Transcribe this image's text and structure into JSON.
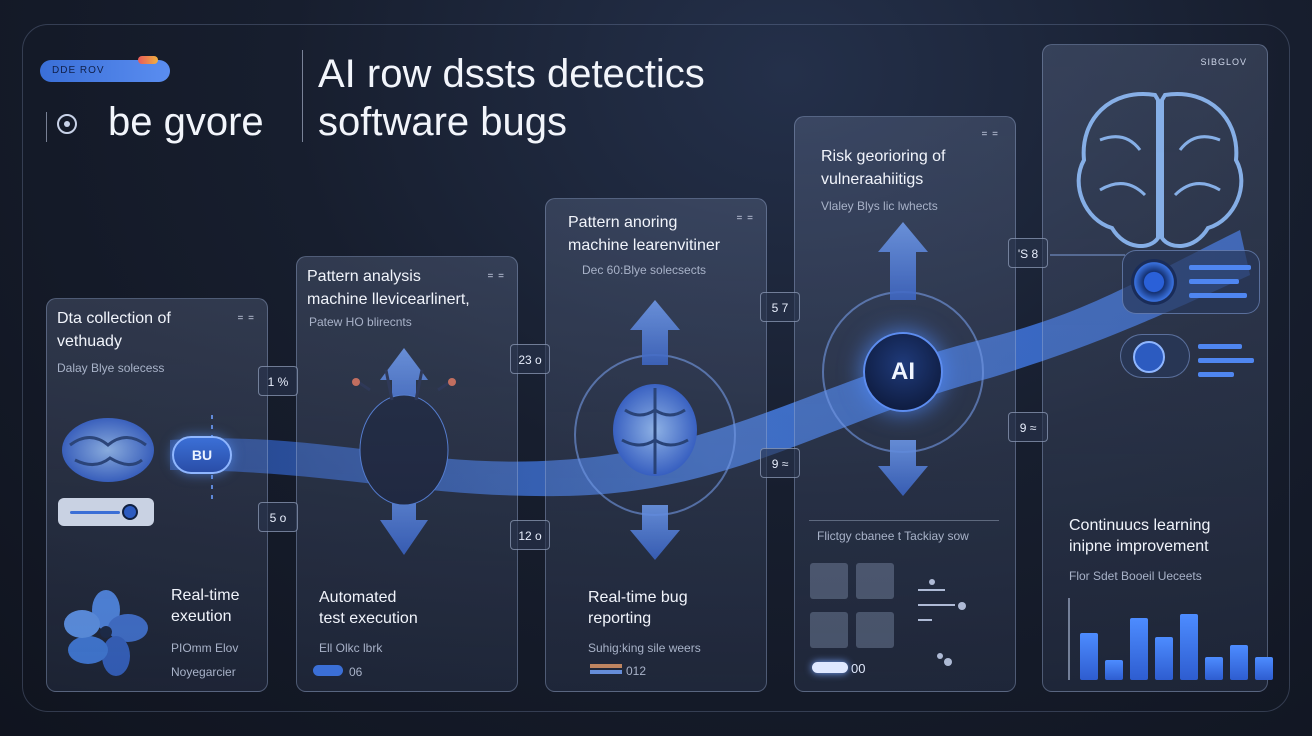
{
  "header": {
    "pill_label": "DDE  ROV",
    "brand_text": "be gvore",
    "title_line1": "AI row dssts detectics",
    "title_line2": "software bugs"
  },
  "cards": [
    {
      "title": "Dta collection of",
      "title2": "vethuady",
      "menu": "=  =",
      "sub": "Dalay Blye solecess",
      "bottom_title": "Real-time",
      "bottom_title2": "exeution",
      "bottom_sub": "PIOmm Elov",
      "bottom_sub2": "Noyegarcier"
    },
    {
      "title": "Pattern analysis",
      "title2": "machine llevicearlinert,",
      "menu": "=  =",
      "sub": "Patew HO blirecnts",
      "bottom_title": "Automated",
      "bottom_title2": "test execution",
      "bottom_sub": "Ell Olkc lbrk",
      "toggle_value": "06"
    },
    {
      "title": "Pattern anoring",
      "title2": "machine learenvitiner",
      "menu": "=  =",
      "sub": "Dec 60:Blye solecsects",
      "bottom_title": "Real-time bug",
      "bottom_title2": "reporting",
      "bottom_sub": "Suhig:king sile weers",
      "toggle_value": "012"
    },
    {
      "title": "Risk georioring of",
      "title2": "vulneraahiitigs",
      "menu": "=  =",
      "sub": "Vlaley Blys lic lwhects",
      "bottom_title": "Flictgy cbanee t Tackiay sow",
      "toggle_value": "00"
    },
    {
      "menu": "SIBGLOV",
      "bottom_title": "Continuucs learning",
      "bottom_title2": "inipne improvement",
      "bottom_sub": "Flor Sdet Booeil Ueceets"
    }
  ],
  "bug_label": "BU",
  "ai_label": "AI",
  "badges": [
    "1 %",
    "5 o",
    "23 o",
    "12 o",
    "5 7",
    "9 ≈",
    "'S 8",
    "9 ≈"
  ],
  "chart_data": {
    "type": "bar",
    "values": [
      0.6,
      0.25,
      0.8,
      0.55,
      0.85,
      0.3,
      0.45,
      0.3
    ],
    "title": "",
    "xlabel": "",
    "ylabel": ""
  }
}
